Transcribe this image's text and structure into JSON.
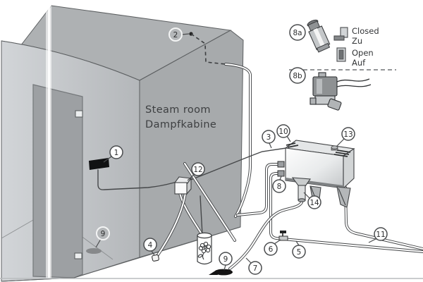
{
  "room": {
    "name_en": "Steam room",
    "name_de": "Dampfkabine"
  },
  "legend": {
    "closed_en": "Closed",
    "closed_de": "Zu",
    "open_en": "Open",
    "open_de": "Auf"
  },
  "callouts": {
    "control_panel": "1",
    "roof_sensor": "2",
    "unit_cable": "3",
    "floor_sensor": "4",
    "water_pipe": "5",
    "shutoff_valve": "6",
    "drain_hose": "7",
    "solenoid": "8",
    "floor_drain_inside": "9",
    "floor_drain_outside": "9",
    "unit_lid": "10",
    "overflow_pipe": "11",
    "junction_box": "12",
    "indicator": "13",
    "drain_valve": "14",
    "valve_detail": "8a",
    "solenoid_detail": "8b"
  },
  "colors": {
    "cabin_front": "#c6c9cc",
    "cabin_wall": "#a7aaac",
    "cabin_roof": "#aeb1b3",
    "door_glass": "#9da0a3",
    "line": "#454749",
    "drain": "#141414",
    "unit_face": "#eceeef"
  }
}
